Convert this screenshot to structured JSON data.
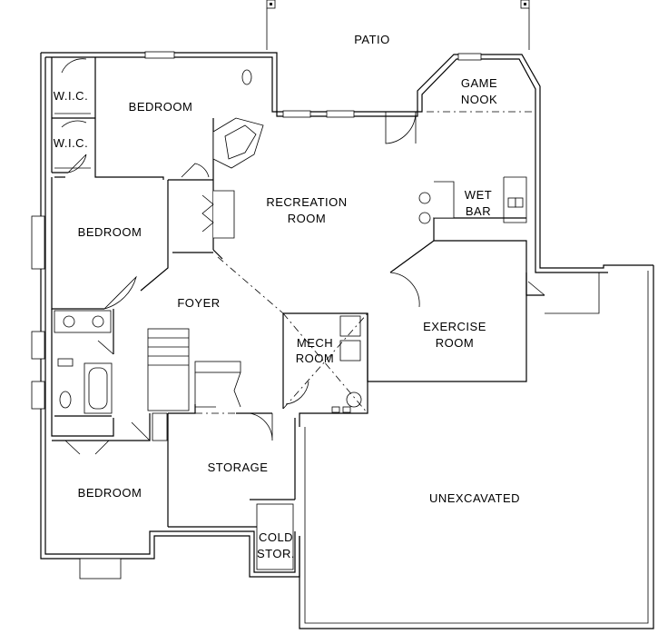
{
  "rooms": {
    "patio": "PATIO",
    "game_nook": [
      "GAME",
      "NOOK"
    ],
    "bedroom_1": "BEDROOM",
    "wic_1": "W.I.C.",
    "wic_2": "W.I.C.",
    "recreation_room": [
      "RECREATION",
      "ROOM"
    ],
    "wet_bar": [
      "WET",
      "BAR"
    ],
    "bedroom_2": "BEDROOM",
    "foyer": "FOYER",
    "exercise_room": [
      "EXERCISE",
      "ROOM"
    ],
    "mech_room": [
      "MECH",
      "ROOM"
    ],
    "storage": "STORAGE",
    "unexcavated": "UNEXCAVATED",
    "bedroom_3": "BEDROOM",
    "cold_storage": [
      "COLD",
      "STOR."
    ]
  }
}
